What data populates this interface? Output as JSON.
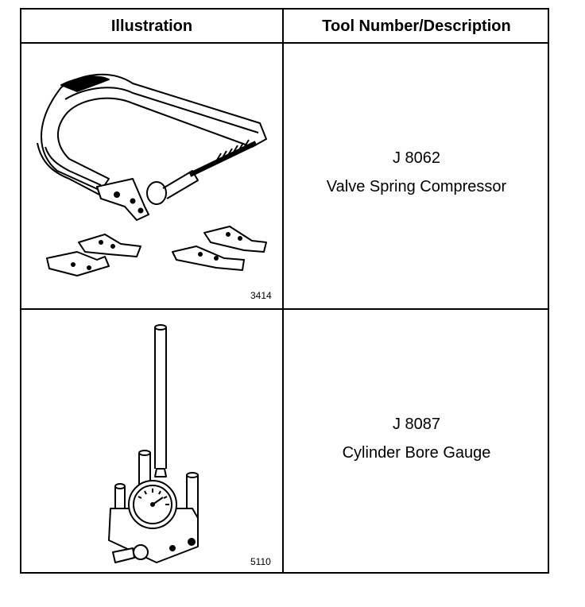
{
  "header": {
    "illustration": "Illustration",
    "tool": "Tool Number/Description"
  },
  "rows": [
    {
      "number": "J 8062",
      "description": "Valve Spring Compressor",
      "figure": "3414"
    },
    {
      "number": "J 8087",
      "description": "Cylinder Bore Gauge",
      "figure": "5110"
    }
  ]
}
